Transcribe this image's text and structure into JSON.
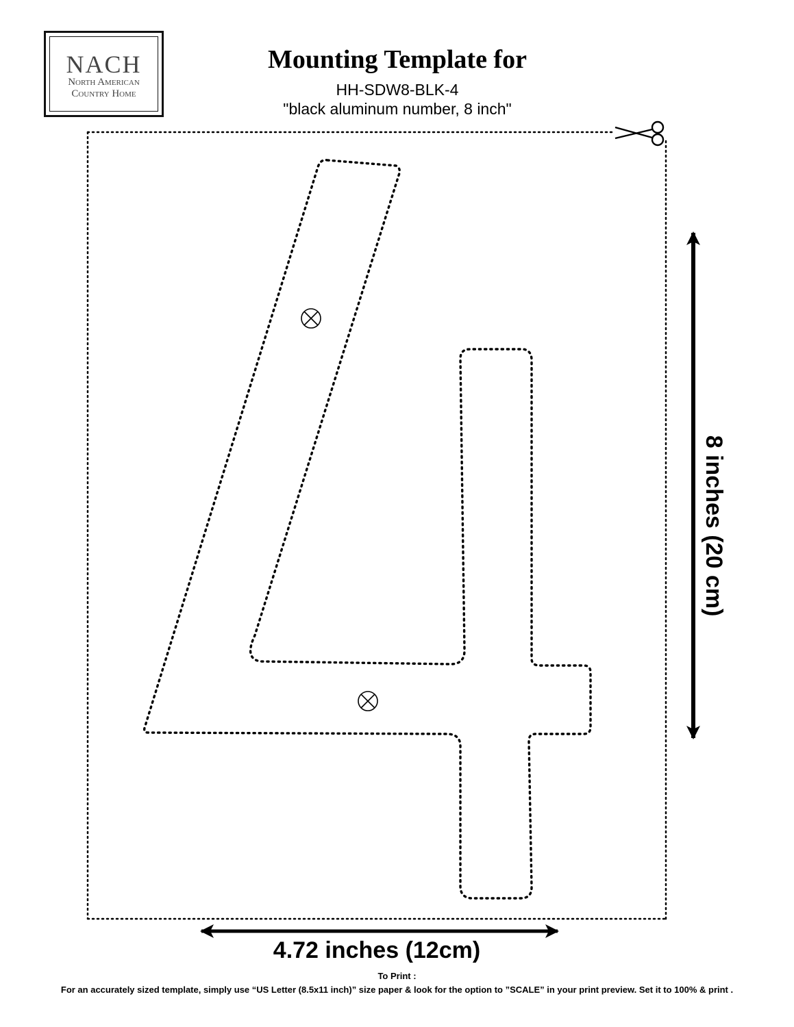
{
  "logo": {
    "mark": "NACH",
    "line1": "North American",
    "line2": "Country Home"
  },
  "header": {
    "title": "Mounting Template for",
    "model": "HH-SDW8-BLK-4",
    "description": "\"black aluminum number, 8 inch\""
  },
  "dimensions": {
    "height_label": "8 inches (20 cm)",
    "width_label": "4.72 inches (12cm)"
  },
  "print_note": {
    "heading": "To Print :",
    "instructions": "For an accurately sized template, simply use “US Letter (8.5x11 inch)” size paper & look for the option to ”SCALE” in your print preview. Set it to 100% & print ."
  },
  "icons": {
    "cut_line": "scissors-icon",
    "mounting_hole": "screw-hole-icon"
  },
  "colors": {
    "ink": "#000000",
    "logo_text": "#444444"
  }
}
